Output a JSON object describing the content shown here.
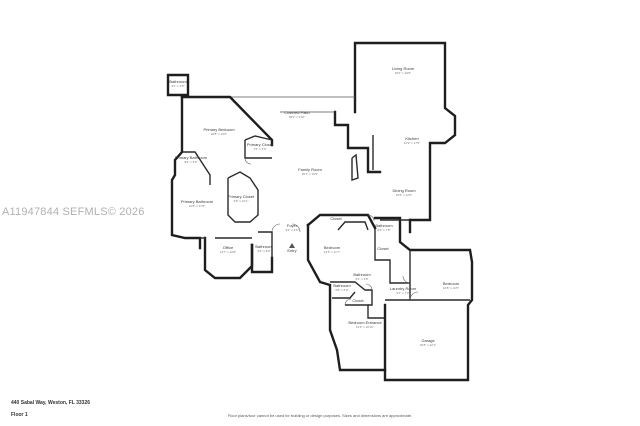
{
  "watermark": "A11947844  SEFMLS© 2026",
  "footer": {
    "address": "440 Sabal Way, Weston, FL 33326",
    "floor": "Floor 1",
    "disclaimer": "Floor plans/tour cannot be used for building or design purposes. Sizes and dimensions are approximate."
  },
  "rooms": [
    {
      "id": "bathroom-top",
      "name": "Bathroom",
      "dim": "5'1\" x 4'6\""
    },
    {
      "id": "living-room",
      "name": "Living Room",
      "dim": "18'4\" x 20'9\""
    },
    {
      "id": "covered-patio",
      "name": "Covered Patio",
      "dim": "36'9\" x 9'10\""
    },
    {
      "id": "primary-bedroom",
      "name": "Primary Bedroom",
      "dim": "18'8\" x 15'0\""
    },
    {
      "id": "kitchen",
      "name": "Kitchen",
      "dim": "12'9\" x 17'5\""
    },
    {
      "id": "primary-closet-small",
      "name": "Primary Closet",
      "dim": "7'6\" x 5'6\""
    },
    {
      "id": "primary-bathroom-small",
      "name": "Primary Bathroom",
      "dim": "8'9\" x 5'9\""
    },
    {
      "id": "family-room",
      "name": "Family Room",
      "dim": "20'4\" x 19'9\""
    },
    {
      "id": "dining-room",
      "name": "Dining Room",
      "dim": "15'6\" x 12'5\""
    },
    {
      "id": "primary-bathroom",
      "name": "Primary Bathroom",
      "dim": "10'8\" x 17'8\""
    },
    {
      "id": "primary-closet",
      "name": "Primary Closet",
      "dim": "9'5\" x 12'1\""
    },
    {
      "id": "closet-1",
      "name": "Closet",
      "dim": ""
    },
    {
      "id": "foyer",
      "name": "Foyer",
      "dim": "9'4\" x 6'0\""
    },
    {
      "id": "bathroom-right",
      "name": "Bathroom",
      "dim": "6'0\" x 7'8\""
    },
    {
      "id": "office",
      "name": "Office",
      "dim": "13'7\" x 10'8\""
    },
    {
      "id": "bathroom-hall",
      "name": "Bathroom",
      "dim": "5'6\" x 8'0\""
    },
    {
      "id": "entry",
      "name": "Entry",
      "dim": ""
    },
    {
      "id": "bedroom-mid",
      "name": "Bedroom",
      "dim": "13'6\" x 11'7\""
    },
    {
      "id": "closet-2",
      "name": "Closet",
      "dim": ""
    },
    {
      "id": "bedroom-right",
      "name": "Bedroom",
      "dim": "10'8\" x 11'5\""
    },
    {
      "id": "bathroom-mid",
      "name": "Bathroom",
      "dim": "6'4\" x 4'8\""
    },
    {
      "id": "bathroom-low",
      "name": "Bathroom",
      "dim": "5'8\" x 6'0\""
    },
    {
      "id": "laundry-room",
      "name": "Laundry Room",
      "dim": "9'1\" x 7'0\""
    },
    {
      "id": "closet-3",
      "name": "Closet",
      "dim": ""
    },
    {
      "id": "bedroom-entrance",
      "name": "Bedroom Entrance",
      "dim": "11'3\" x 10'10\""
    },
    {
      "id": "garage",
      "name": "Garage",
      "dim": "20'8\" x 22'1\""
    }
  ]
}
